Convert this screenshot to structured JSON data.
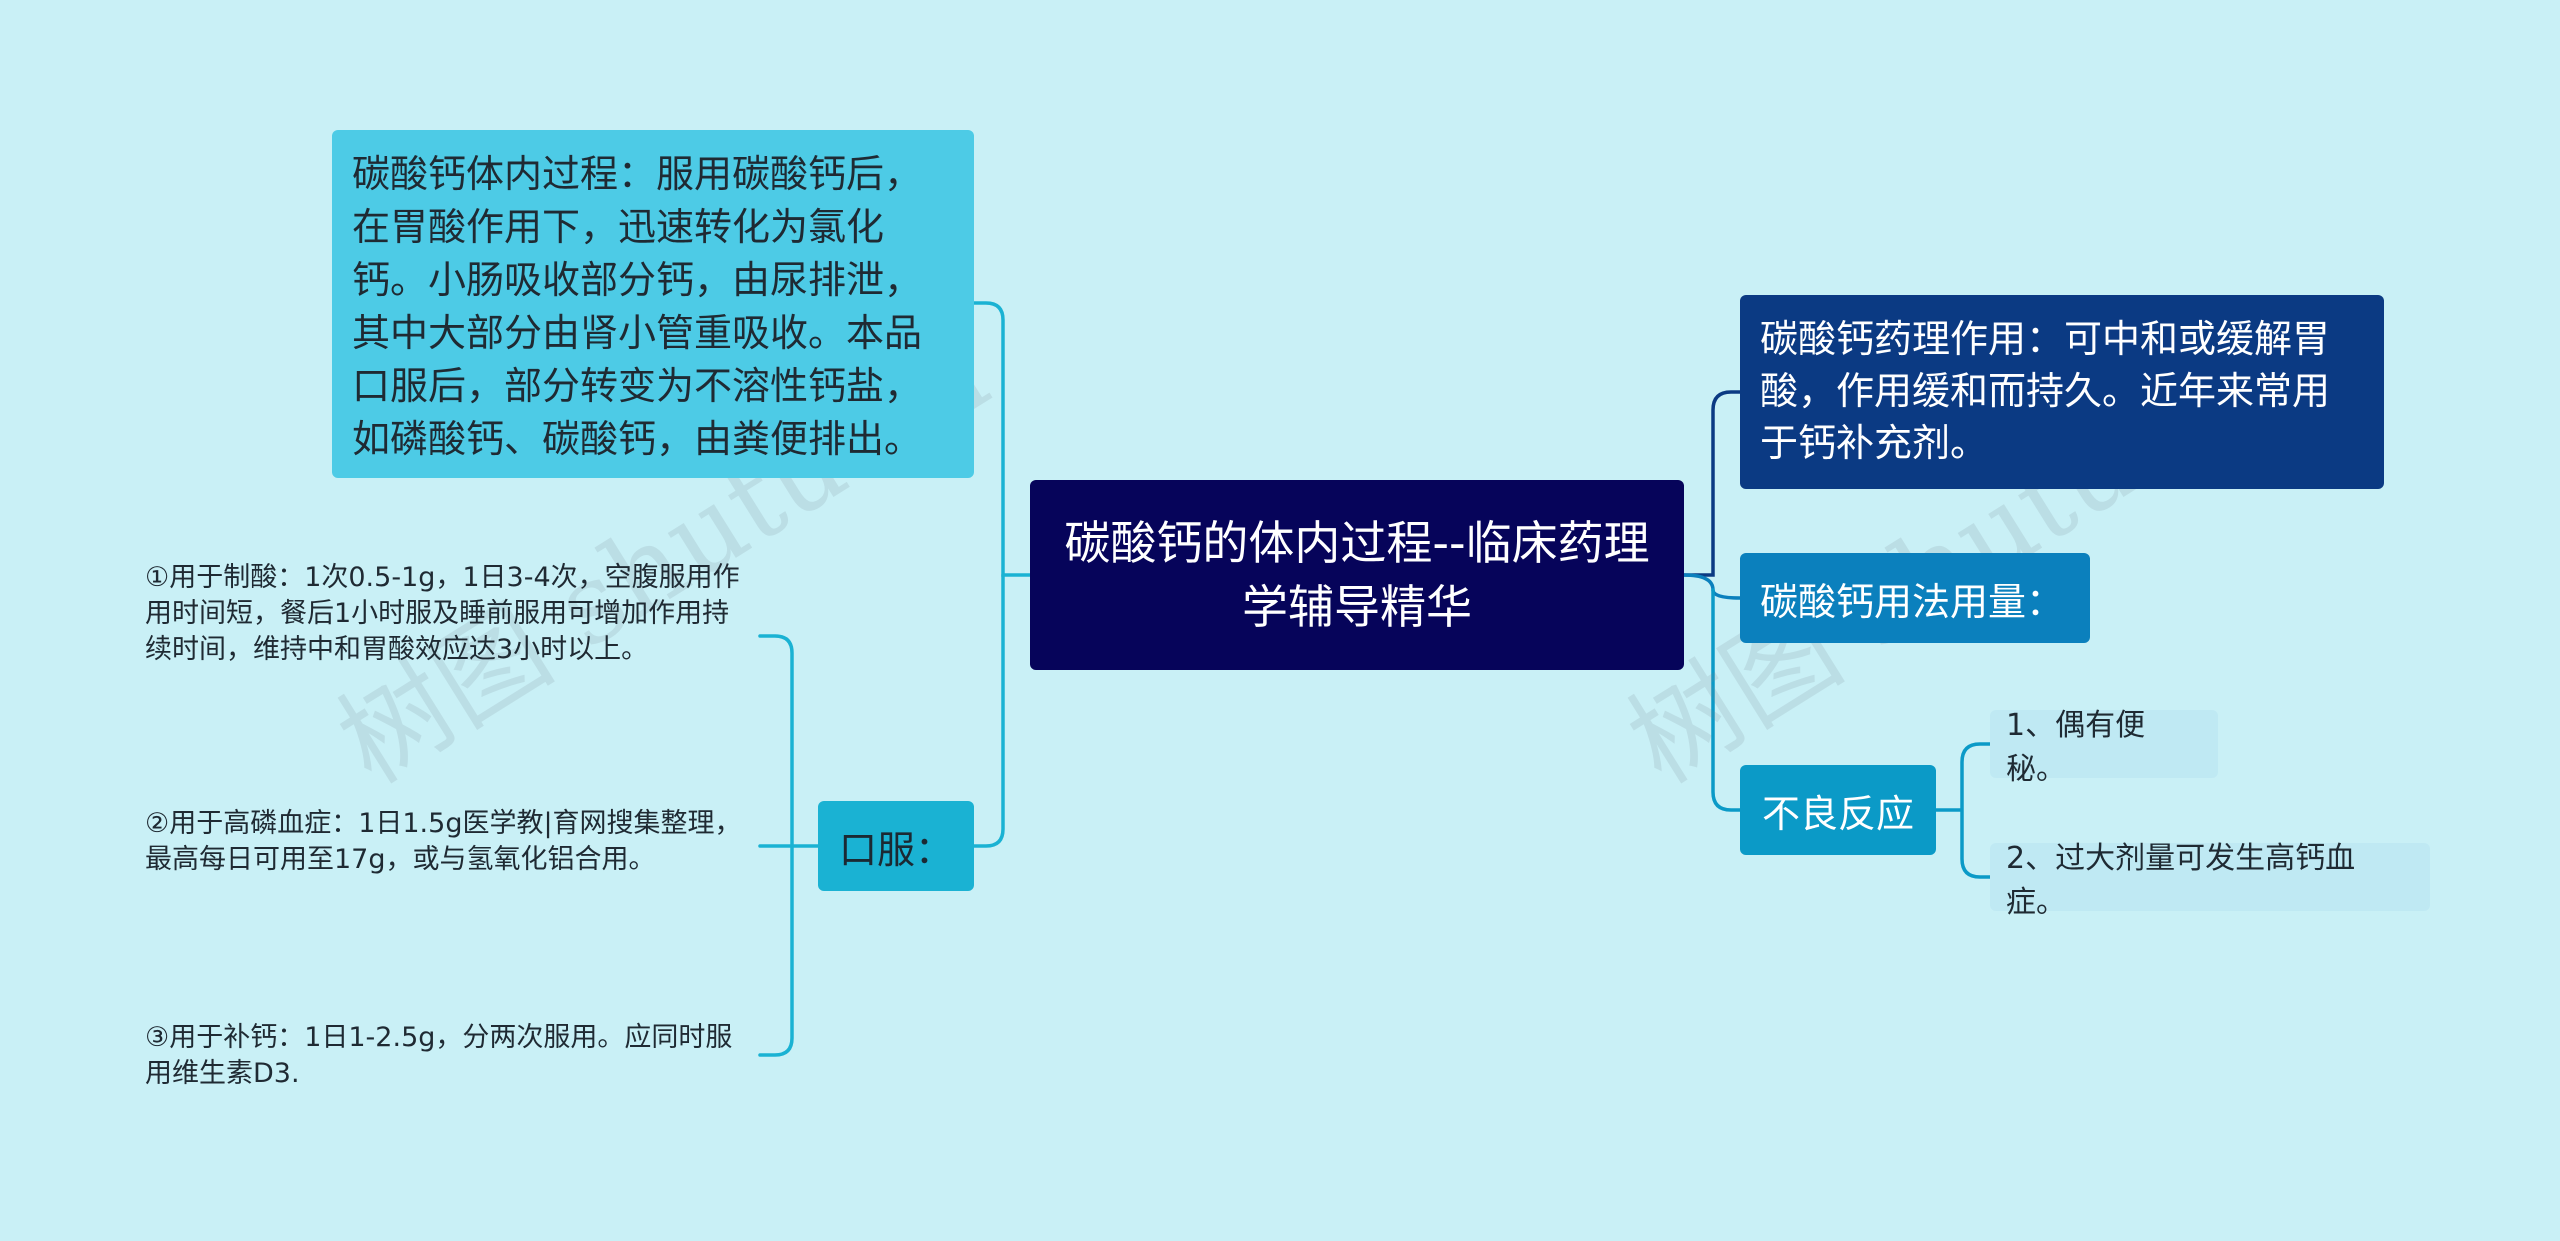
{
  "root": {
    "text": "碳酸钙的体内过程--临床药理学辅导精华"
  },
  "left": {
    "process": "碳酸钙体内过程：服用碳酸钙后，在胃酸作用下，迅速转化为氯化钙。小肠吸收部分钙，由尿排泄，其中大部分由肾小管重吸收。本品口服后，部分转变为不溶性钙盐，如磷酸钙、碳酸钙，由粪便排出。",
    "oral": {
      "label": "口服：",
      "items": [
        "①用于制酸：1次0.5-1g，1日3-4次，空腹服用作用时间短，餐后1小时服及睡前服用可增加作用持续时间，维持中和胃酸效应达3小时以上。",
        "②用于高磷血症：1日1.5g医学教|育网搜集整理，最高每日可用至17g，或与氢氧化铝合用。",
        "③用于补钙：1日1-2.5g，分两次服用。应同时服用维生素D3."
      ]
    }
  },
  "right": {
    "pharmacology": "碳酸钙药理作用：可中和或缓解胃酸，作用缓和而持久。近年来常用于钙补充剂。",
    "usage": "碳酸钙用法用量：",
    "adverse": {
      "label": "不良反应",
      "items": [
        "1、偶有便秘。",
        "2、过大剂量可发生高钙血症。"
      ]
    }
  },
  "watermark": "树图 shutu.cn",
  "colors": {
    "background": "#c9f0f6",
    "root": "#06045a",
    "left_line": "#1ab2d3",
    "right_line_dark": "#0b3a83",
    "right_line": "#0b9ac7"
  }
}
